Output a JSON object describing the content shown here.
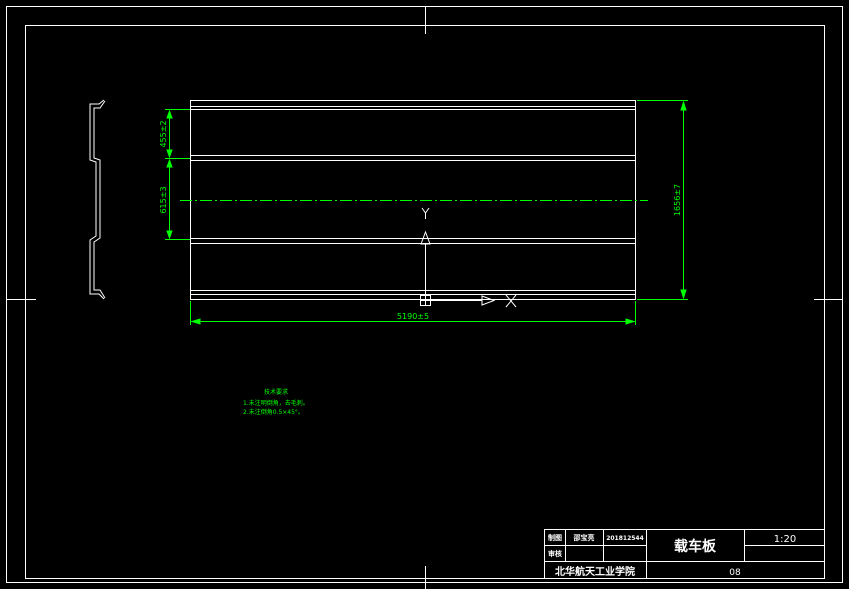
{
  "dimensions": {
    "overall_width": "5190±5",
    "overall_height": "1656±7",
    "segment_top": "455±2",
    "segment_middle": "615±3"
  },
  "axes": {
    "x": "X",
    "y": "Y"
  },
  "tech_notes": {
    "title": "技术要求",
    "items": [
      "1.未注明倒角，去毛刺。",
      "2.未注倒角0.5×45°。"
    ]
  },
  "title_block": {
    "drawn_label": "制图",
    "checked_label": "审核",
    "designer": "邵宝亮",
    "student_id": "201812544",
    "part_name": "载车板",
    "scale": "1:20",
    "school": "北华航天工业学院",
    "drawing_no": "08"
  }
}
